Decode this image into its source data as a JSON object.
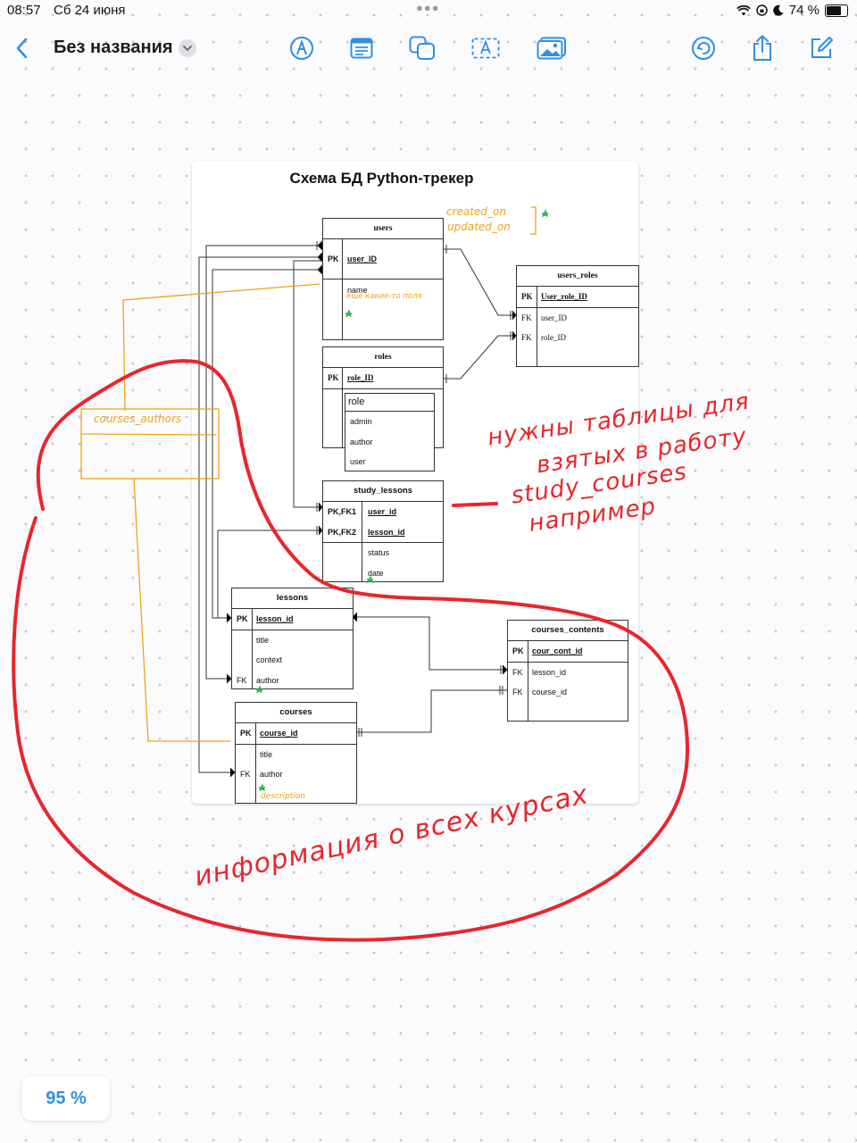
{
  "status_bar": {
    "time": "08:57",
    "date": "Сб 24 июня",
    "battery": "74 %"
  },
  "toolbar": {
    "doc_title": "Без названия",
    "accent": "#2f8fe0",
    "icons": [
      "back-chevron-icon",
      "title-chevron-icon",
      "pen-icon",
      "note-icon",
      "shapes-icon",
      "textbox-icon",
      "photo-icon",
      "undo-icon",
      "share-icon",
      "compose-icon"
    ]
  },
  "diagram": {
    "title": "Схема БД Python-трекер",
    "users": {
      "name": "users",
      "pk": "PK",
      "pk_field": "user_ID",
      "fields": [
        "name"
      ]
    },
    "users_roles": {
      "name": "users_roles",
      "rows": [
        {
          "key": "PK",
          "field": "User_role_ID"
        },
        {
          "key": "FK",
          "field": "user_ID"
        },
        {
          "key": "FK",
          "field": "role_ID"
        }
      ]
    },
    "roles": {
      "name": "roles",
      "pk": "PK",
      "pk_field": "role_ID"
    },
    "role_list": {
      "header": "role",
      "items": [
        "admin",
        "author",
        "user"
      ]
    },
    "study_lessons": {
      "name": "study_lessons",
      "rows": [
        {
          "key": "PK,FK1",
          "field": "user_id"
        },
        {
          "key": "PK,FK2",
          "field": "lesson_id"
        },
        {
          "key": "",
          "field": "status"
        },
        {
          "key": "",
          "field": "date"
        }
      ]
    },
    "lessons": {
      "name": "lessons",
      "rows": [
        {
          "key": "PK",
          "field": "lesson_id"
        },
        {
          "key": "",
          "field": "title"
        },
        {
          "key": "",
          "field": "context"
        },
        {
          "key": "FK",
          "field": "author"
        }
      ]
    },
    "courses_contents": {
      "name": "courses_contents",
      "rows": [
        {
          "key": "PK",
          "field": "cour_cont_id"
        },
        {
          "key": "FK",
          "field": "lesson_id"
        },
        {
          "key": "FK",
          "field": "course_id"
        }
      ]
    },
    "courses": {
      "name": "courses",
      "rows": [
        {
          "key": "PK",
          "field": "course_id"
        },
        {
          "key": "",
          "field": "title"
        },
        {
          "key": "FK",
          "field": "author"
        }
      ]
    }
  },
  "annotations": {
    "orange_color": "#f0a21a",
    "red_color": "#e8262b",
    "created_on": "created_on",
    "updated_on": "updated_on",
    "users_extra": "ещё какие-то поля",
    "courses_authors": "courses_authors",
    "description": "description",
    "red_note_lines": [
      "нужны таблицы для",
      "взятых в работу",
      "study_courses",
      "например"
    ],
    "red_bottom": "информация о всех курсах"
  },
  "zoom": "95 %"
}
